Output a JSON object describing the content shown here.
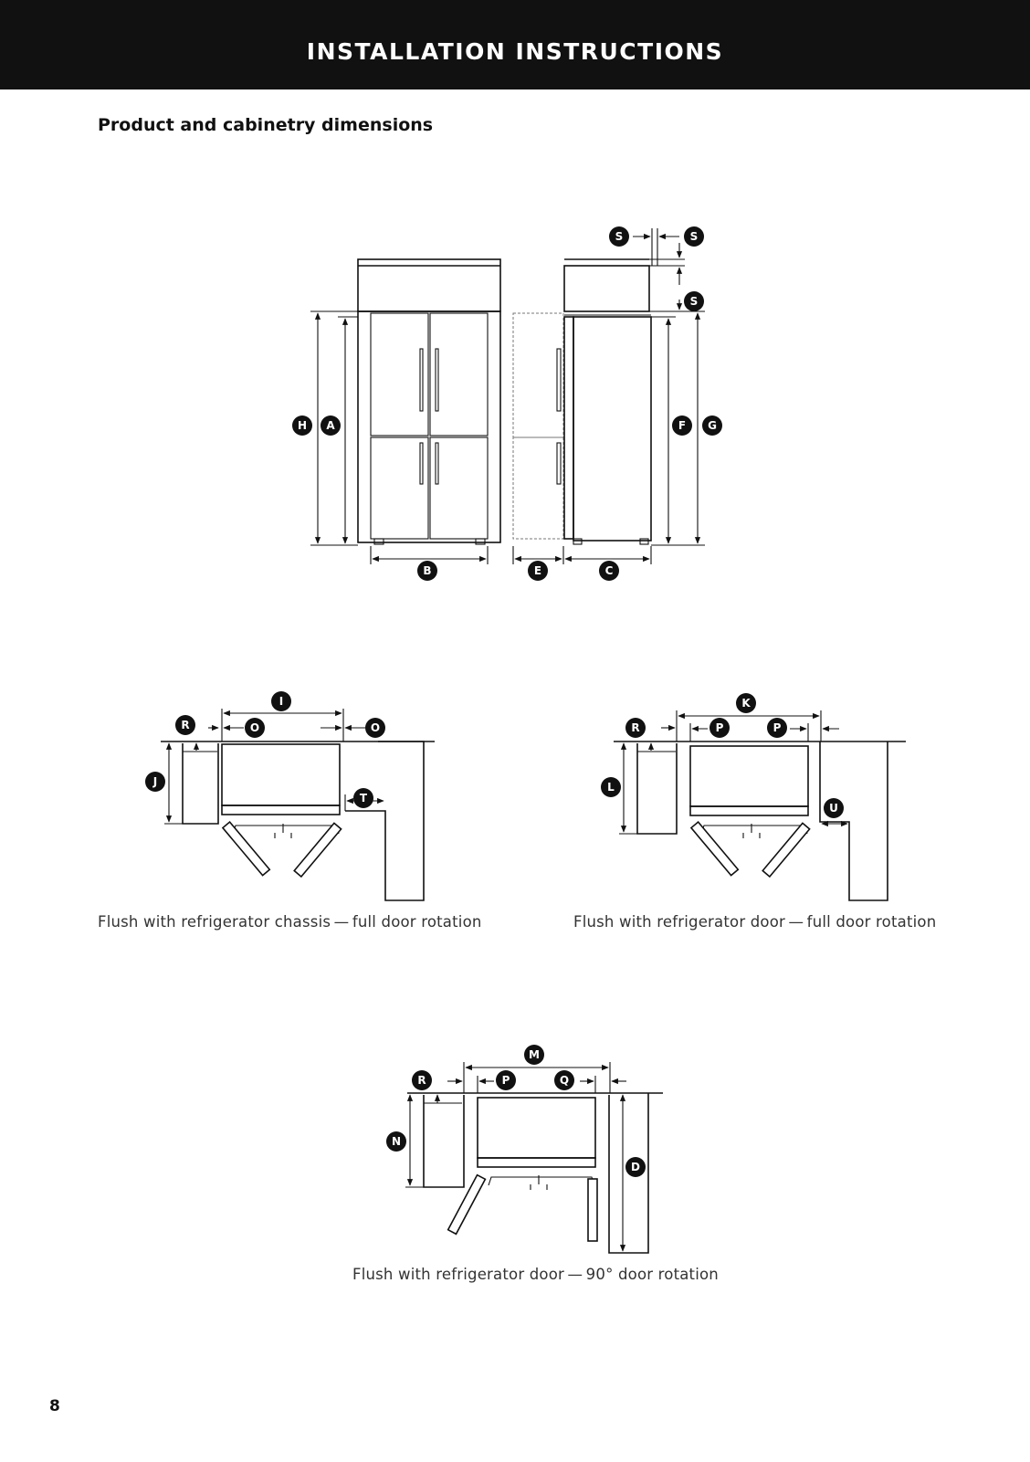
{
  "header": {
    "title": "INSTALLATION INSTRUCTIONS"
  },
  "section": {
    "heading": "Product and cabinetry dimensions"
  },
  "diagrams": {
    "elevation": {
      "labels": {
        "H": "H",
        "A": "A",
        "B": "B",
        "E": "E",
        "C": "C",
        "F": "F",
        "G": "G",
        "S1": "S",
        "S2": "S",
        "S3": "S"
      }
    },
    "chassis": {
      "caption": "Flush with refrigerator chassis — full door rotation",
      "labels": {
        "I": "I",
        "R": "R",
        "O1": "O",
        "O2": "O",
        "J": "J",
        "T": "T"
      }
    },
    "door_full": {
      "caption": "Flush with refrigerator door — full door rotation",
      "labels": {
        "K": "K",
        "R": "R",
        "P1": "P",
        "P2": "P",
        "L": "L",
        "U": "U"
      }
    },
    "door_90": {
      "caption": "Flush with refrigerator door — 90° door rotation",
      "labels": {
        "M": "M",
        "R": "R",
        "P": "P",
        "Q": "Q",
        "N": "N",
        "D": "D"
      }
    }
  },
  "page": {
    "number": "8"
  }
}
